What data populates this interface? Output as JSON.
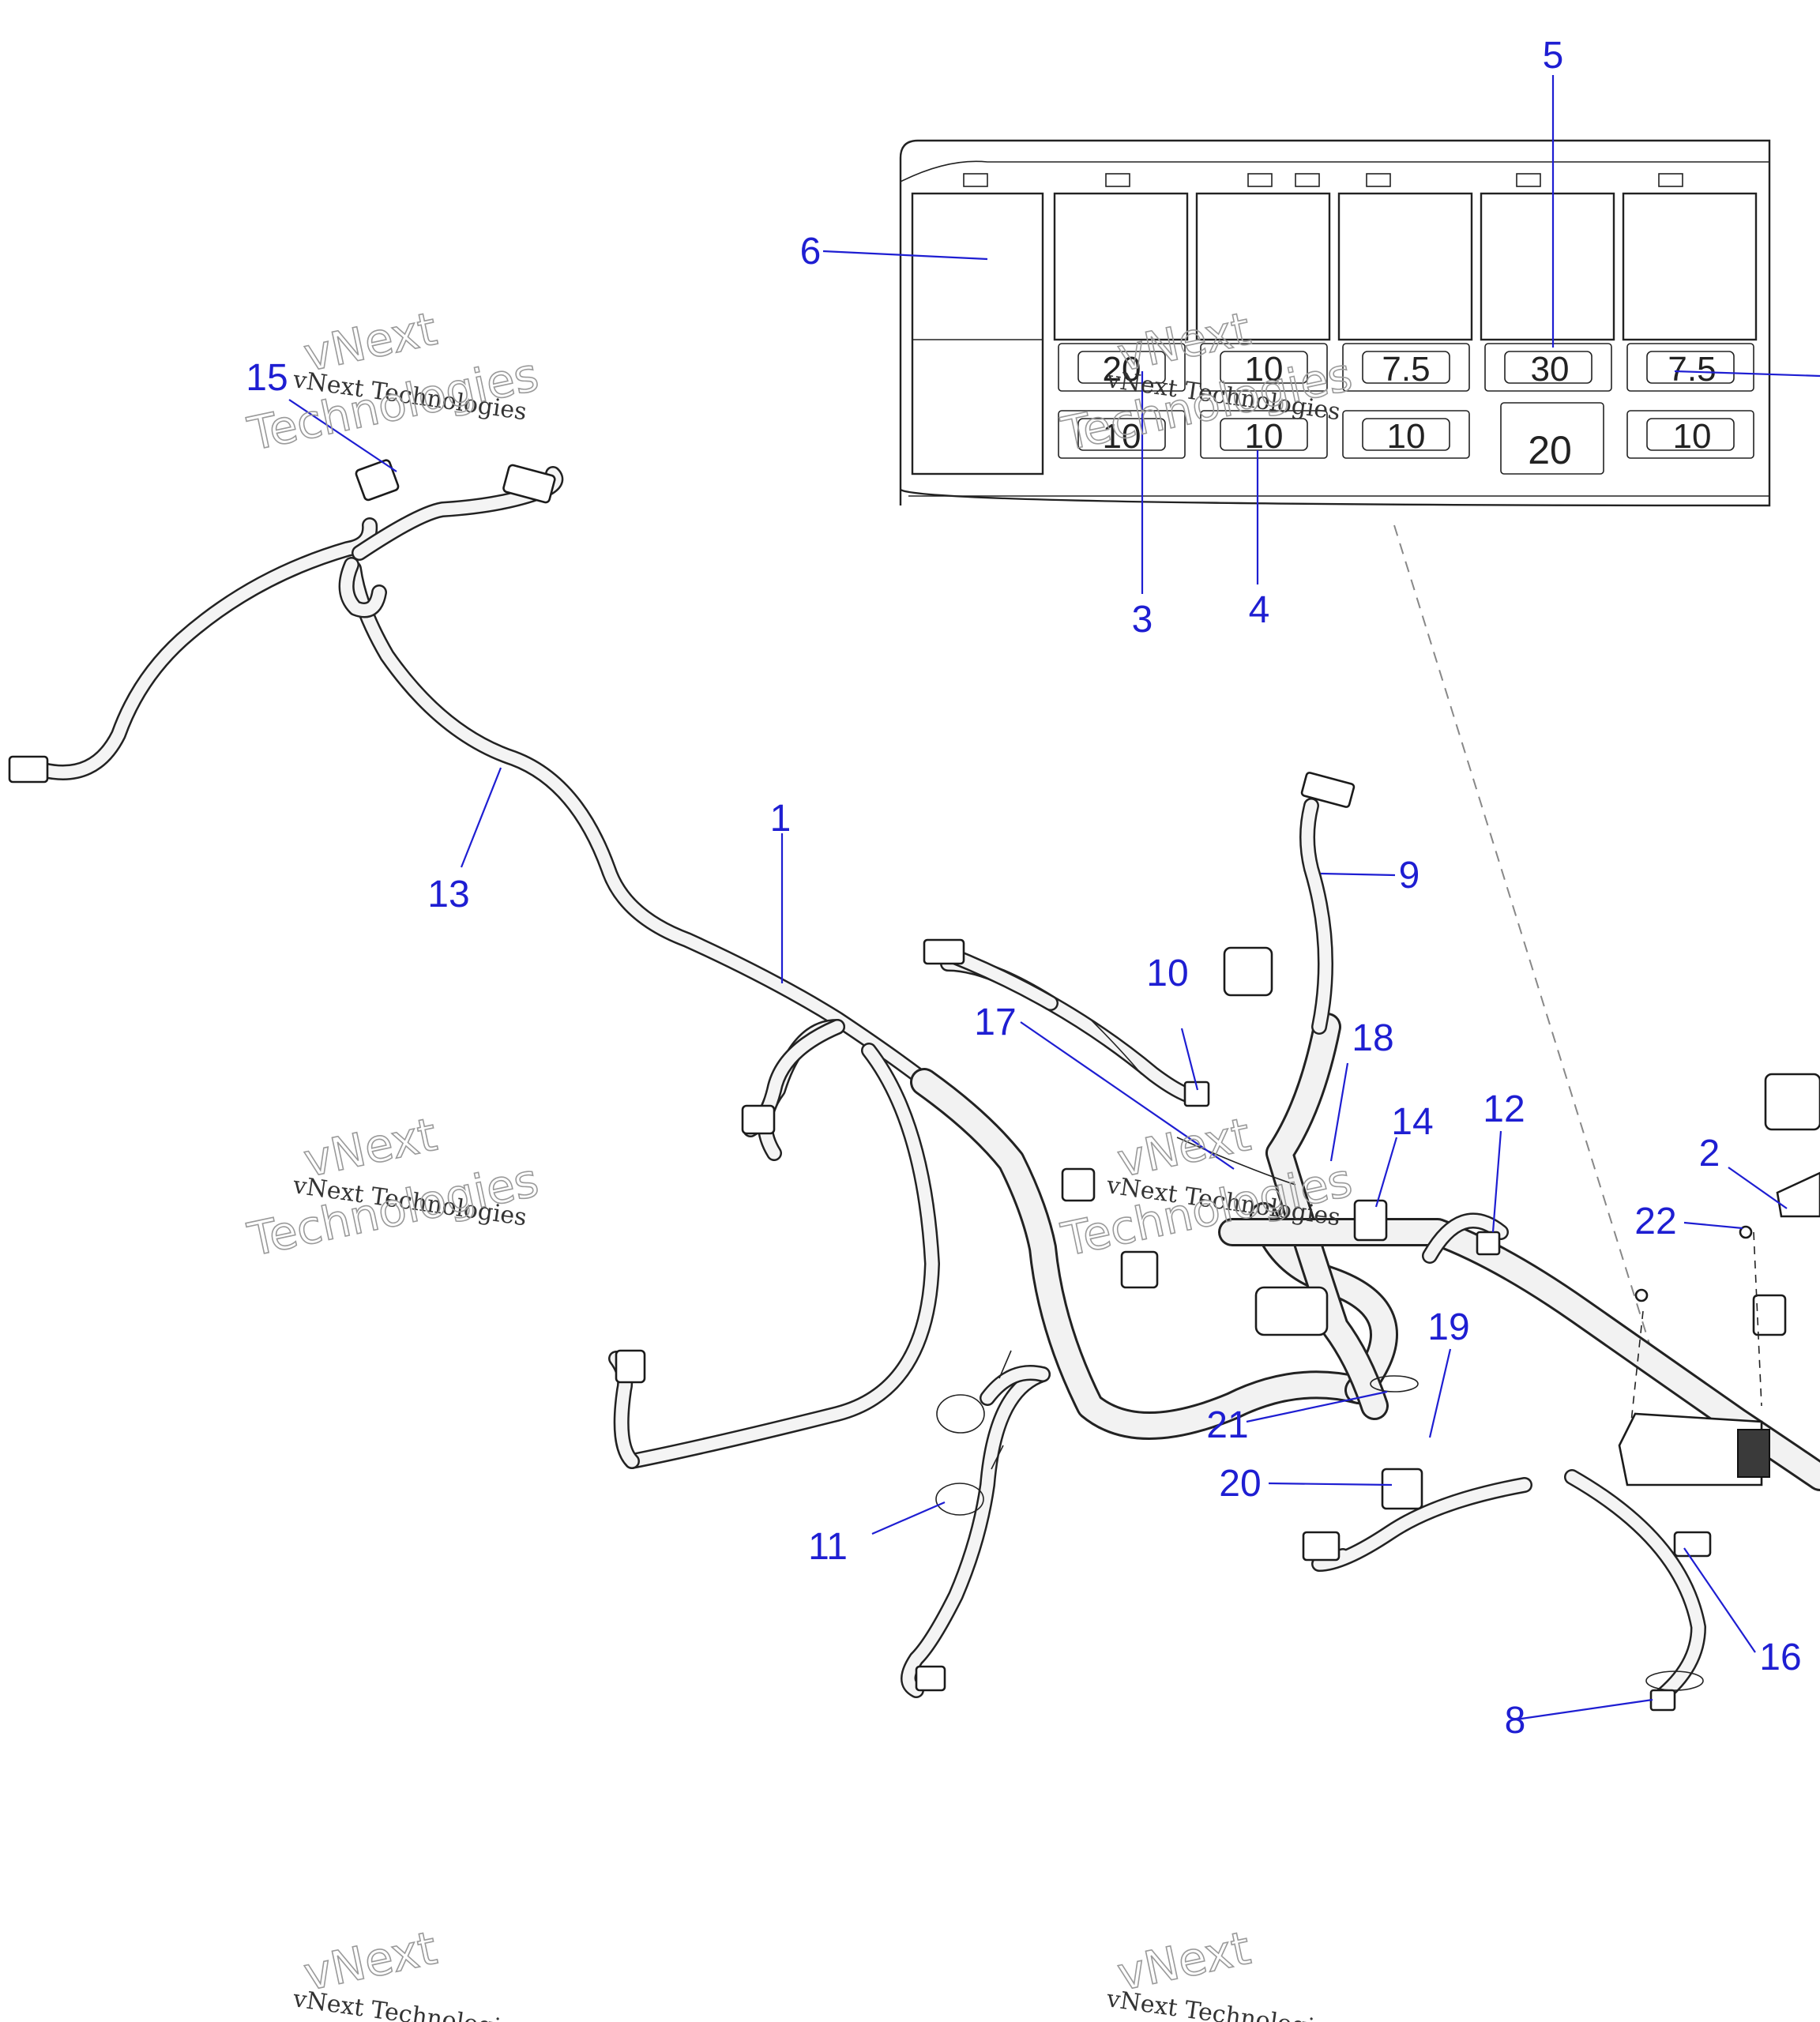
{
  "callouts": {
    "c1": "1",
    "c2": "2",
    "c3": "3",
    "c4": "4",
    "c5": "5",
    "c6": "6",
    "c8": "8",
    "c9": "9",
    "c10": "10",
    "c11": "11",
    "c12": "12",
    "c13": "13",
    "c14": "14",
    "c15": "15",
    "c16": "16",
    "c17": "17",
    "c18": "18",
    "c19": "19",
    "c20": "20",
    "c21": "21",
    "c22": "22"
  },
  "fuse_box": {
    "top_row": [
      "20",
      "10",
      "7.5",
      "30",
      "7.5"
    ],
    "bottom_row": [
      "10",
      "10",
      "10",
      "20",
      "10"
    ]
  },
  "watermark": {
    "line_a": "vNext Technologies",
    "line_b1": "vNext",
    "line_b2": "Technologies"
  },
  "colors": {
    "callout": "#1e1ed2",
    "outline": "#222222"
  }
}
